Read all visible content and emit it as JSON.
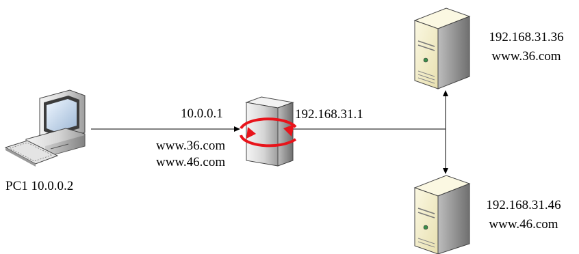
{
  "pc": {
    "label": "PC1 10.0.0.2"
  },
  "router": {
    "left_ip": "10.0.0.1",
    "right_ip": "192.168.31.1",
    "domains": [
      "www.36.com",
      "www.46.com"
    ]
  },
  "servers": [
    {
      "ip": "192.168.31.36",
      "domain": "www.36.com"
    },
    {
      "ip": "192.168.31.46",
      "domain": "www.46.com"
    }
  ],
  "colors": {
    "line": "#000000",
    "router_arrow": "#e8141b",
    "device_body": "#d9d9d9",
    "server_face": "#f1ecc9"
  },
  "icons": [
    "desktop-pc-icon",
    "router-icon",
    "server-icon"
  ]
}
